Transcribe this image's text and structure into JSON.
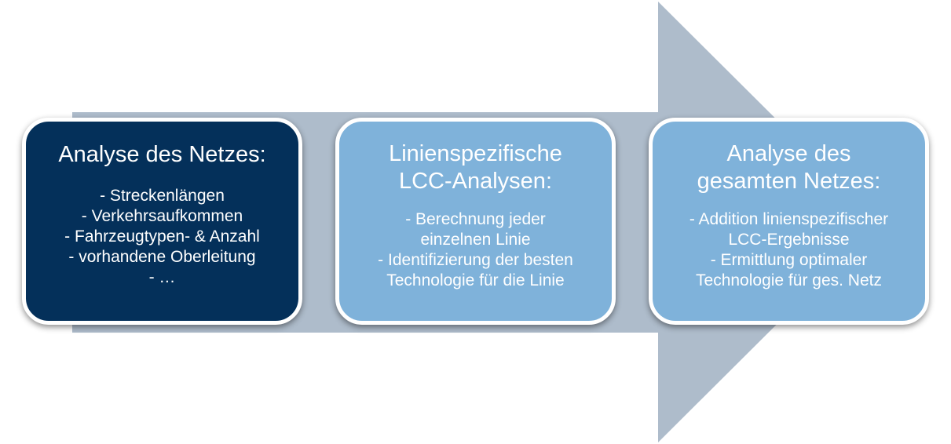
{
  "colors": {
    "arrow": "#aebccb",
    "box_dark": "#04305a",
    "box_light": "#7fb2da",
    "border": "#ffffff",
    "text": "#ffffff"
  },
  "steps": [
    {
      "title": "Analyse des Netzes:",
      "items": [
        "- Streckenlängen",
        "- Verkehrsaufkommen",
        "- Fahrzeugtypen- & Anzahl",
        "- vorhandene Oberleitung",
        "- …"
      ]
    },
    {
      "title": "Linienspezifische\nLCC-Analysen:",
      "items": [
        "- Berechnung jeder\neinzelnen Linie",
        "- Identifizierung der besten\nTechnologie für die Linie"
      ]
    },
    {
      "title": "Analyse des\ngesamten Netzes:",
      "items": [
        "- Addition linienspezifischer\nLCC-Ergebnisse",
        "- Ermittlung optimaler\nTechnologie für ges. Netz"
      ]
    }
  ]
}
